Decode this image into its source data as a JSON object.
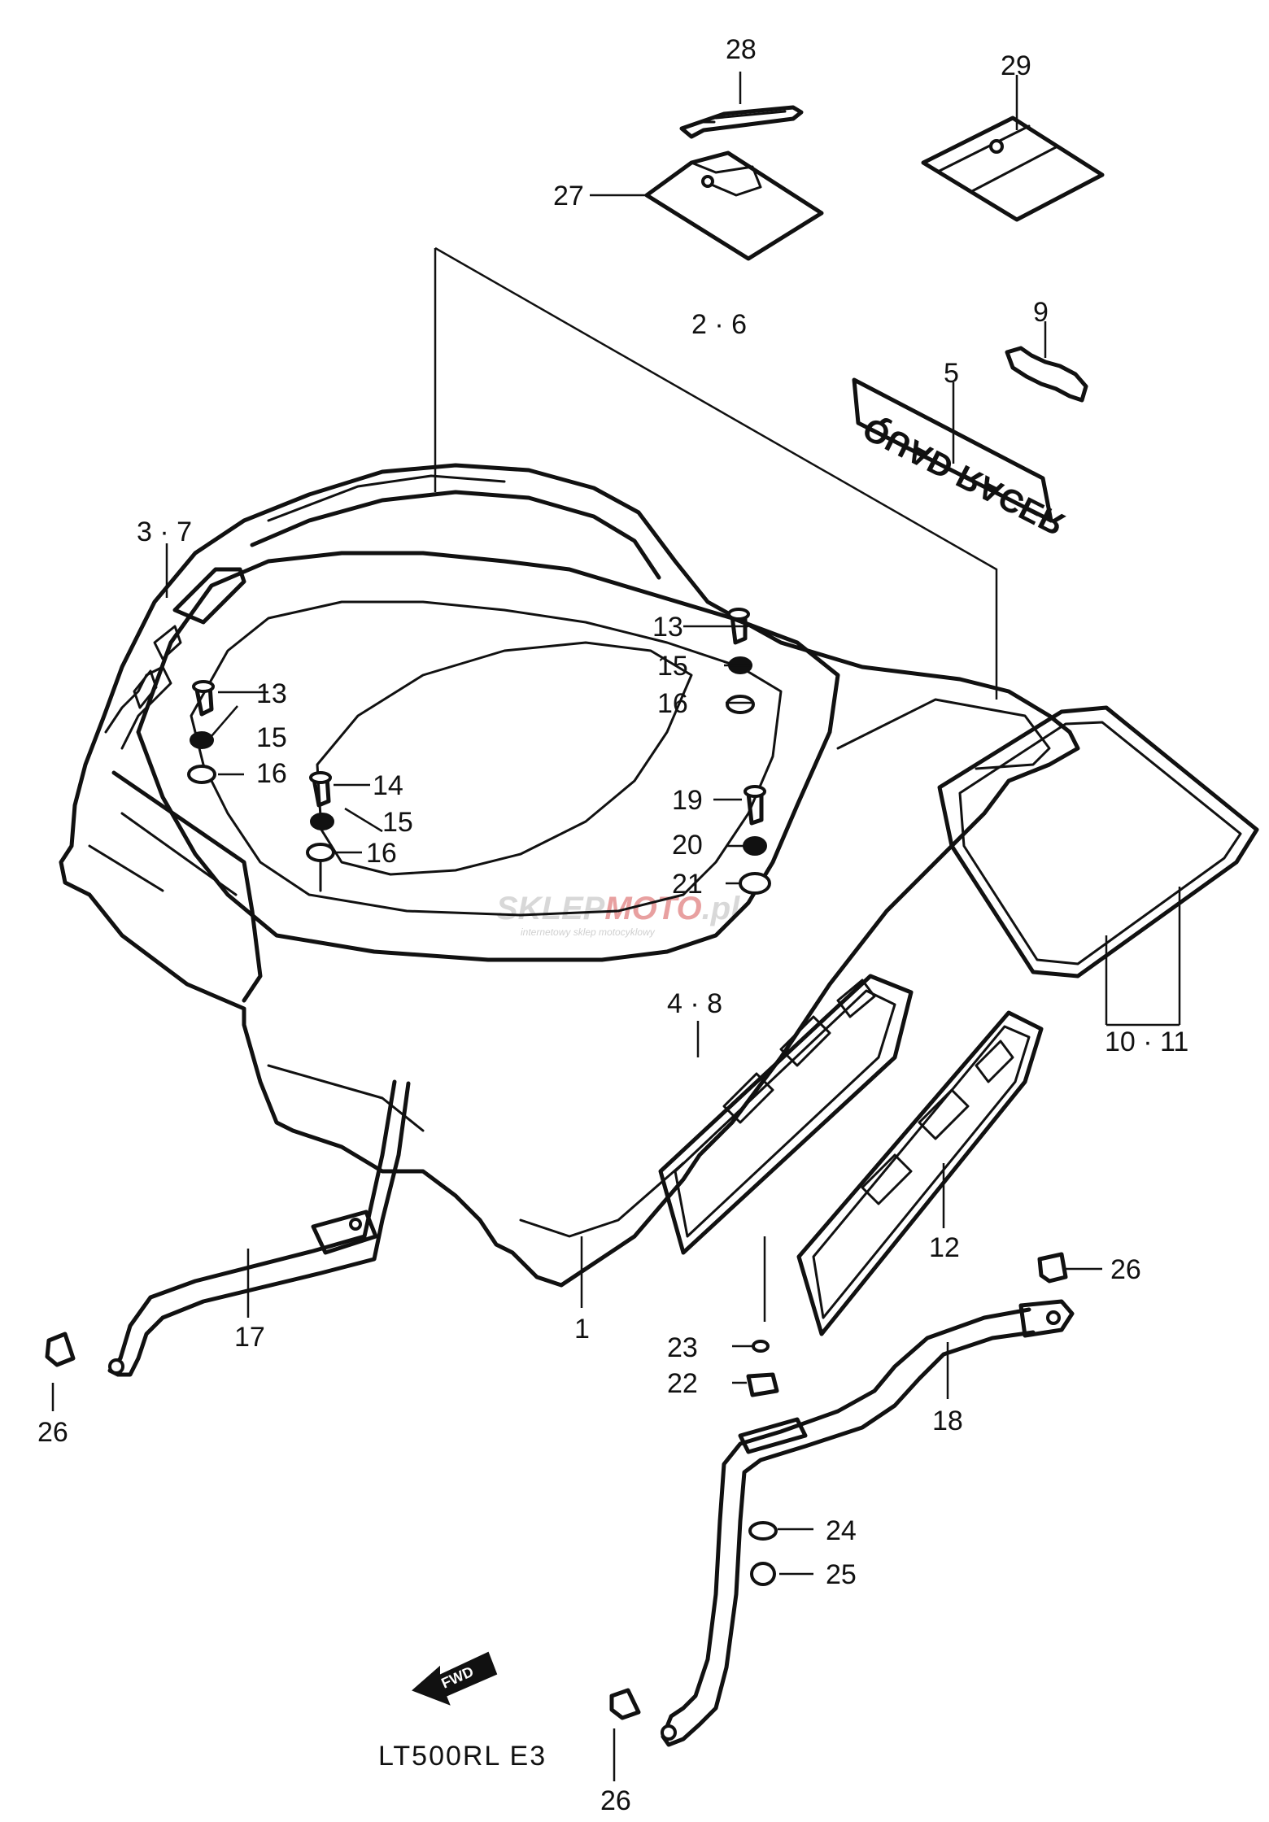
{
  "diagram": {
    "model_label": "LT500RL  E3",
    "fwd_arrow_text": "FWD",
    "decal_text": "QUAD RACER",
    "watermark": {
      "text_grey": "SKLEP",
      "text_red": "MOTO",
      "text_tail": ".pl",
      "subtext": "internetowy sklep motocyklowy"
    },
    "callouts": {
      "c28": "28",
      "c29": "29",
      "c27": "27",
      "c2_6": "2 · 6",
      "c9": "9",
      "c5": "5",
      "c3_7": "3 · 7",
      "c13a": "13",
      "c15a": "15",
      "c16a": "16",
      "c13b": "13",
      "c15b": "15",
      "c16b": "16",
      "c14": "14",
      "c15c": "15",
      "c16c": "16",
      "c19": "19",
      "c20": "20",
      "c21": "21",
      "c10_11": "10 · 11",
      "c4_8": "4 · 8",
      "c12": "12",
      "c1": "1",
      "c17": "17",
      "c26a": "26",
      "c26b": "26",
      "c26c": "26",
      "c23": "23",
      "c22": "22",
      "c18": "18",
      "c24": "24",
      "c25": "25"
    },
    "accent_colors": {
      "ink": "#111111",
      "watermark_red": "#e04040",
      "watermark_grey": "#d8d8d8"
    }
  }
}
